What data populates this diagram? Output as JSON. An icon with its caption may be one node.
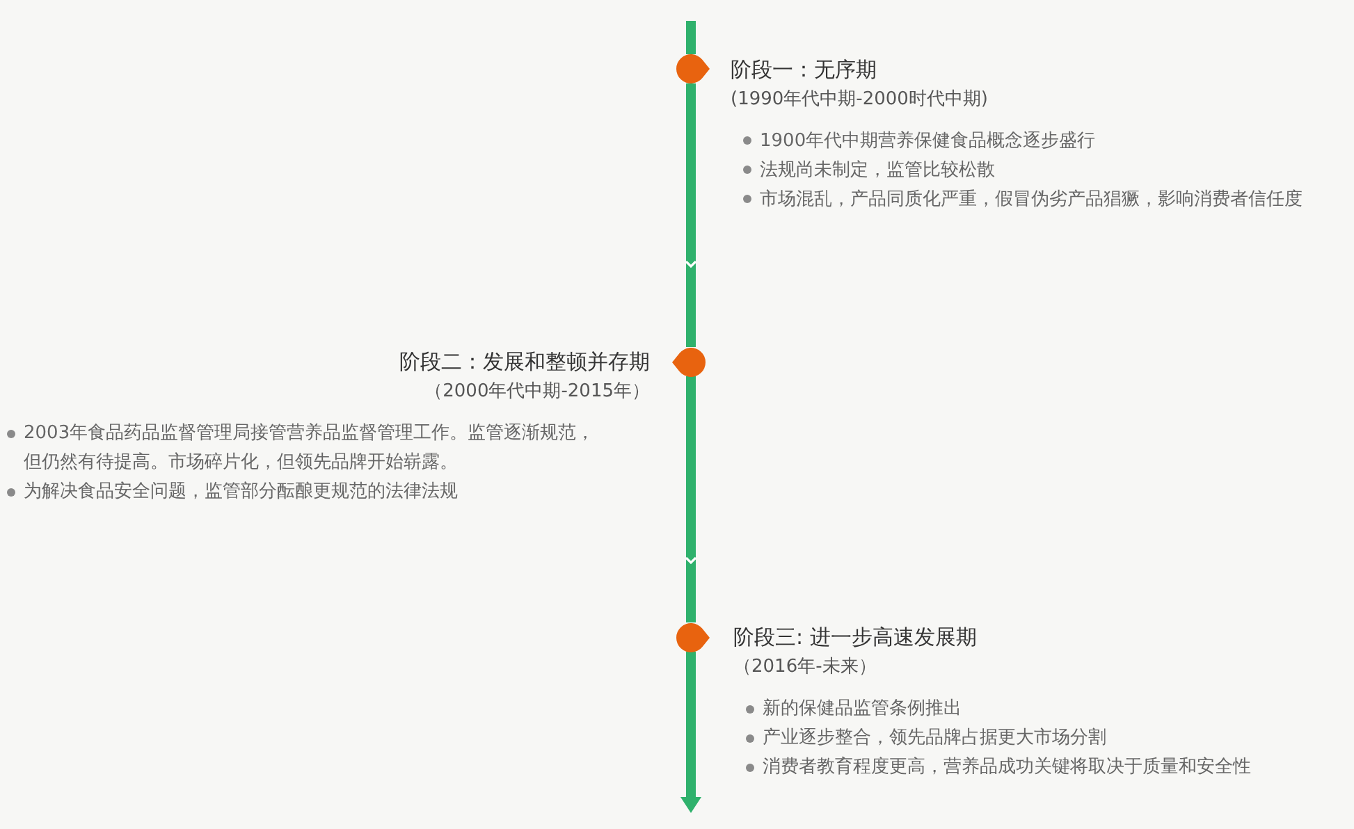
{
  "diagram": {
    "nodes": [
      {
        "text": [],
        "shape": "teardrop",
        "beside": [
          "阶段一：无序期",
          "(1990年代中期-2000时代中期)",
          "1900年代中期营养保健食品概念逐步盛行",
          "法规尚未制定，监管比较松散",
          "市场混乱，产品同质化严重，假冒伪劣产品猖獗，影响消费者信任度"
        ]
      },
      {
        "text": [],
        "shape": "teardrop",
        "beside": [
          "阶段二：发展和整顿并存期",
          "（2000年代中期-2015年）",
          "2003年食品药品监督管理局接管营养品监督管理工作。监管逐渐规范，但仍然有待提高。市场碎片化，但领先品牌开始崭露。",
          "为解决食品安全问题，监管部分酝酿更规范的法律法规"
        ]
      },
      {
        "text": [],
        "shape": "teardrop",
        "beside": [
          "阶段三: 进一步高速发展期",
          "（2016年-未来）",
          "新的保健品监管条例推出",
          "产业逐步整合，领先品牌占据更大市场分割",
          "消费者教育程度更高，营养品成功关键将取决于质量和安全性"
        ]
      }
    ],
    "edges": [
      {
        "from": null,
        "to": 0,
        "arrow": "none"
      },
      {
        "from": 0,
        "to": 1,
        "arrow": "to"
      },
      {
        "from": 1,
        "to": 2,
        "arrow": "to"
      },
      {
        "from": 2,
        "to": null,
        "arrow": "to"
      }
    ]
  }
}
